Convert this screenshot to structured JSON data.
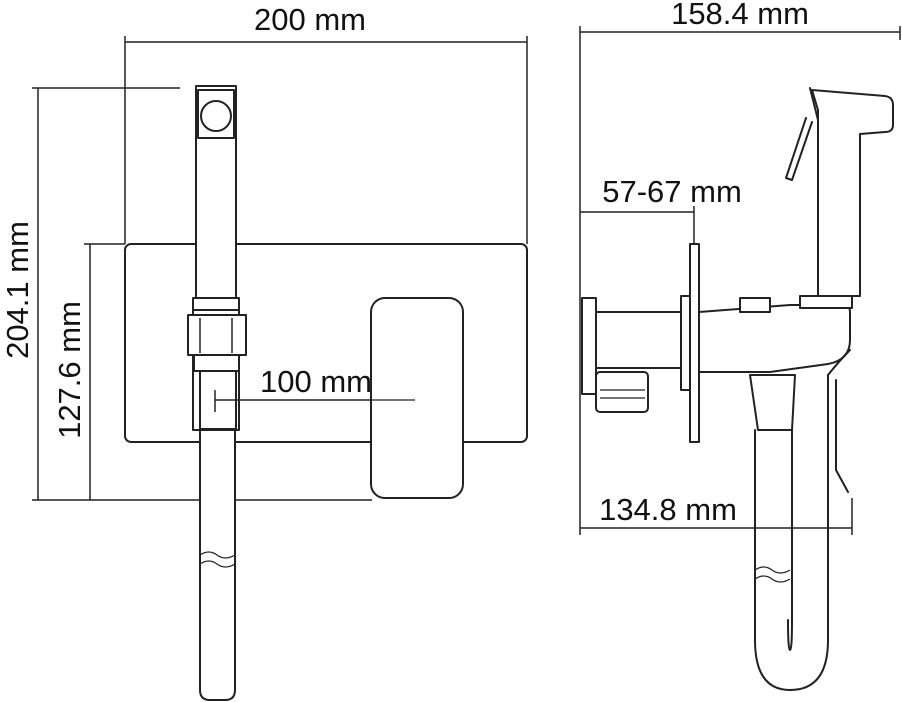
{
  "dimensions": {
    "front_width": "200 mm",
    "front_height_total": "204.1 mm",
    "front_height_plate": "127.6 mm",
    "front_spacing": "100 mm",
    "side_width": "158.4 mm",
    "side_wall_depth": "57-67 mm",
    "side_depth": "134.8 mm"
  },
  "colors": {
    "line": "#222222",
    "background": "#ffffff"
  }
}
